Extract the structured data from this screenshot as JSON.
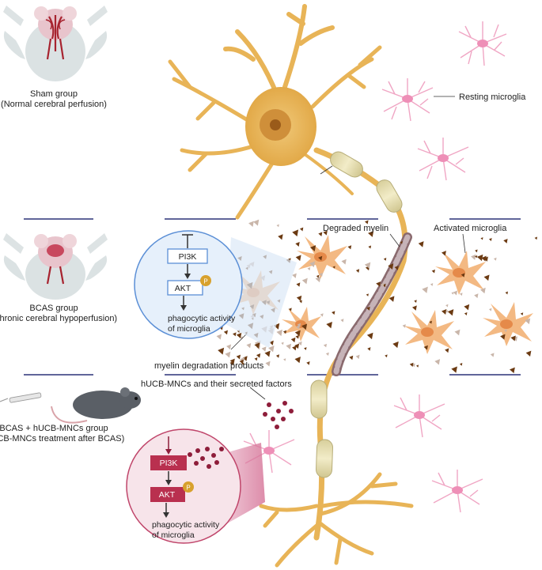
{
  "groups": {
    "sham": {
      "title": "Sham group",
      "subtitle": "(Normal cerebral perfusion)"
    },
    "bcas": {
      "title": "BCAS group",
      "subtitle": "(Chronic cerebral hypoperfusion)"
    },
    "treat": {
      "title": "BCAS + hUCB-MNCs group",
      "subtitle": "(hUCB-MNCs treatment after BCAS)"
    }
  },
  "labels": {
    "resting_microglia": "Resting microglia",
    "degraded_myelin": "Degraded myelin",
    "activated_microglia": "Activated microglia",
    "myelin_products": "myelin degradation products",
    "hucb_factors": "hUCB-MNCs and their secreted factors"
  },
  "pathway_top": {
    "pi3k": "PI3K",
    "akt": "AKT",
    "p": "P",
    "outcome_line1": "phagocytic activity",
    "outcome_line2": "of microglia"
  },
  "pathway_bottom": {
    "pi3k": "PI3K",
    "akt": "AKT",
    "p": "P",
    "outcome_line1": "phagocytic activity",
    "outcome_line2": "of microglia"
  },
  "colors": {
    "neuron": "#e8b457",
    "neuron_stroke": "#c8912e",
    "myelin": "#e7dfb4",
    "microglia_resting": "#f2a7c8",
    "microglia_active": "#f3b983",
    "debris_dark": "#6b3a12",
    "debris_light": "#c9b6aa",
    "factor_dots": "#8e1d3a",
    "divider": "#4a4f8c",
    "blue_circle": "#e6f0fb",
    "blue_stroke": "#5b8fd6",
    "pink_circle": "#f7e4ea",
    "pink_stroke": "#c0466b",
    "akt_p": "#d8a12d"
  }
}
